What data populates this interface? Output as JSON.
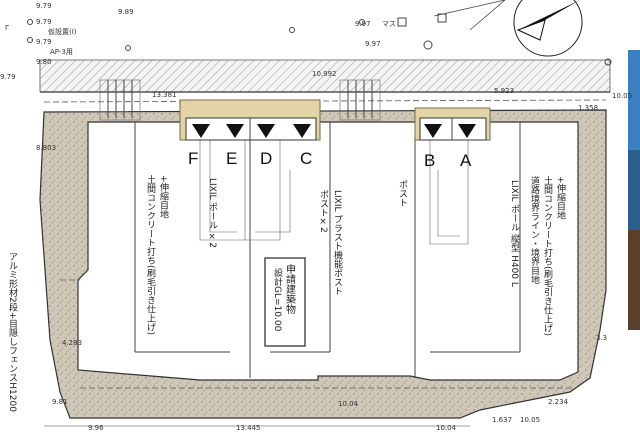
{
  "spot_elevations": {
    "e1": "9.79",
    "e2": "9.79",
    "e3": "9.79",
    "e4": "9.89",
    "e5": "9.97",
    "e6": "9.97",
    "e7": "9.80",
    "e8": "9.79",
    "e9": "9.81",
    "e10": "9.96",
    "e11": "10.04",
    "e12": "10.05",
    "e13": "10.05",
    "e14": "10.04"
  },
  "dimensions": {
    "top_road": "10.992",
    "top_left": "13.381",
    "top_right": "5.923",
    "left_side": "8.803",
    "left_lower": "4.283",
    "bottom": "13.445",
    "right_small_1": "1.358",
    "right_small_2": "1.637",
    "right_bottom": "2.234",
    "right_side": "3.3"
  },
  "top_labels": {
    "header_partial": "仮設置(Ⅰ)",
    "masu": "マス",
    "box_label": "AP-3用"
  },
  "parking": {
    "letters": [
      "F",
      "E",
      "D",
      "C",
      "B",
      "A"
    ],
    "left_unit_note": "LIXIL ポール ×2",
    "mid_label": "ポスト×2",
    "mid_product": "LIXIL プラスト機能ポスト",
    "right_label": "ポスト",
    "right_product": "LIXIL ポール 縦型 H400 L",
    "left_note_1": "土間コンクリート打ち(刷毛引き仕上げ)",
    "left_note_2": "+伸縮目地",
    "right_note_1": "道路境界ライン・境界目地",
    "right_note_2": "土間コンクリート打ち(刷毛引き仕上げ)",
    "right_note_3": "+伸縮目地"
  },
  "center_box": {
    "title": "申請建築物",
    "gl": "設計GL=10.00"
  },
  "left_vertical_note": "アルミ形材2段+目隠しフェンスH1200",
  "compass": "N",
  "colors": {
    "gravel": "#c9c1b0",
    "pad": "#e3d4a8",
    "triangle": "#111111",
    "line": "#444444"
  }
}
